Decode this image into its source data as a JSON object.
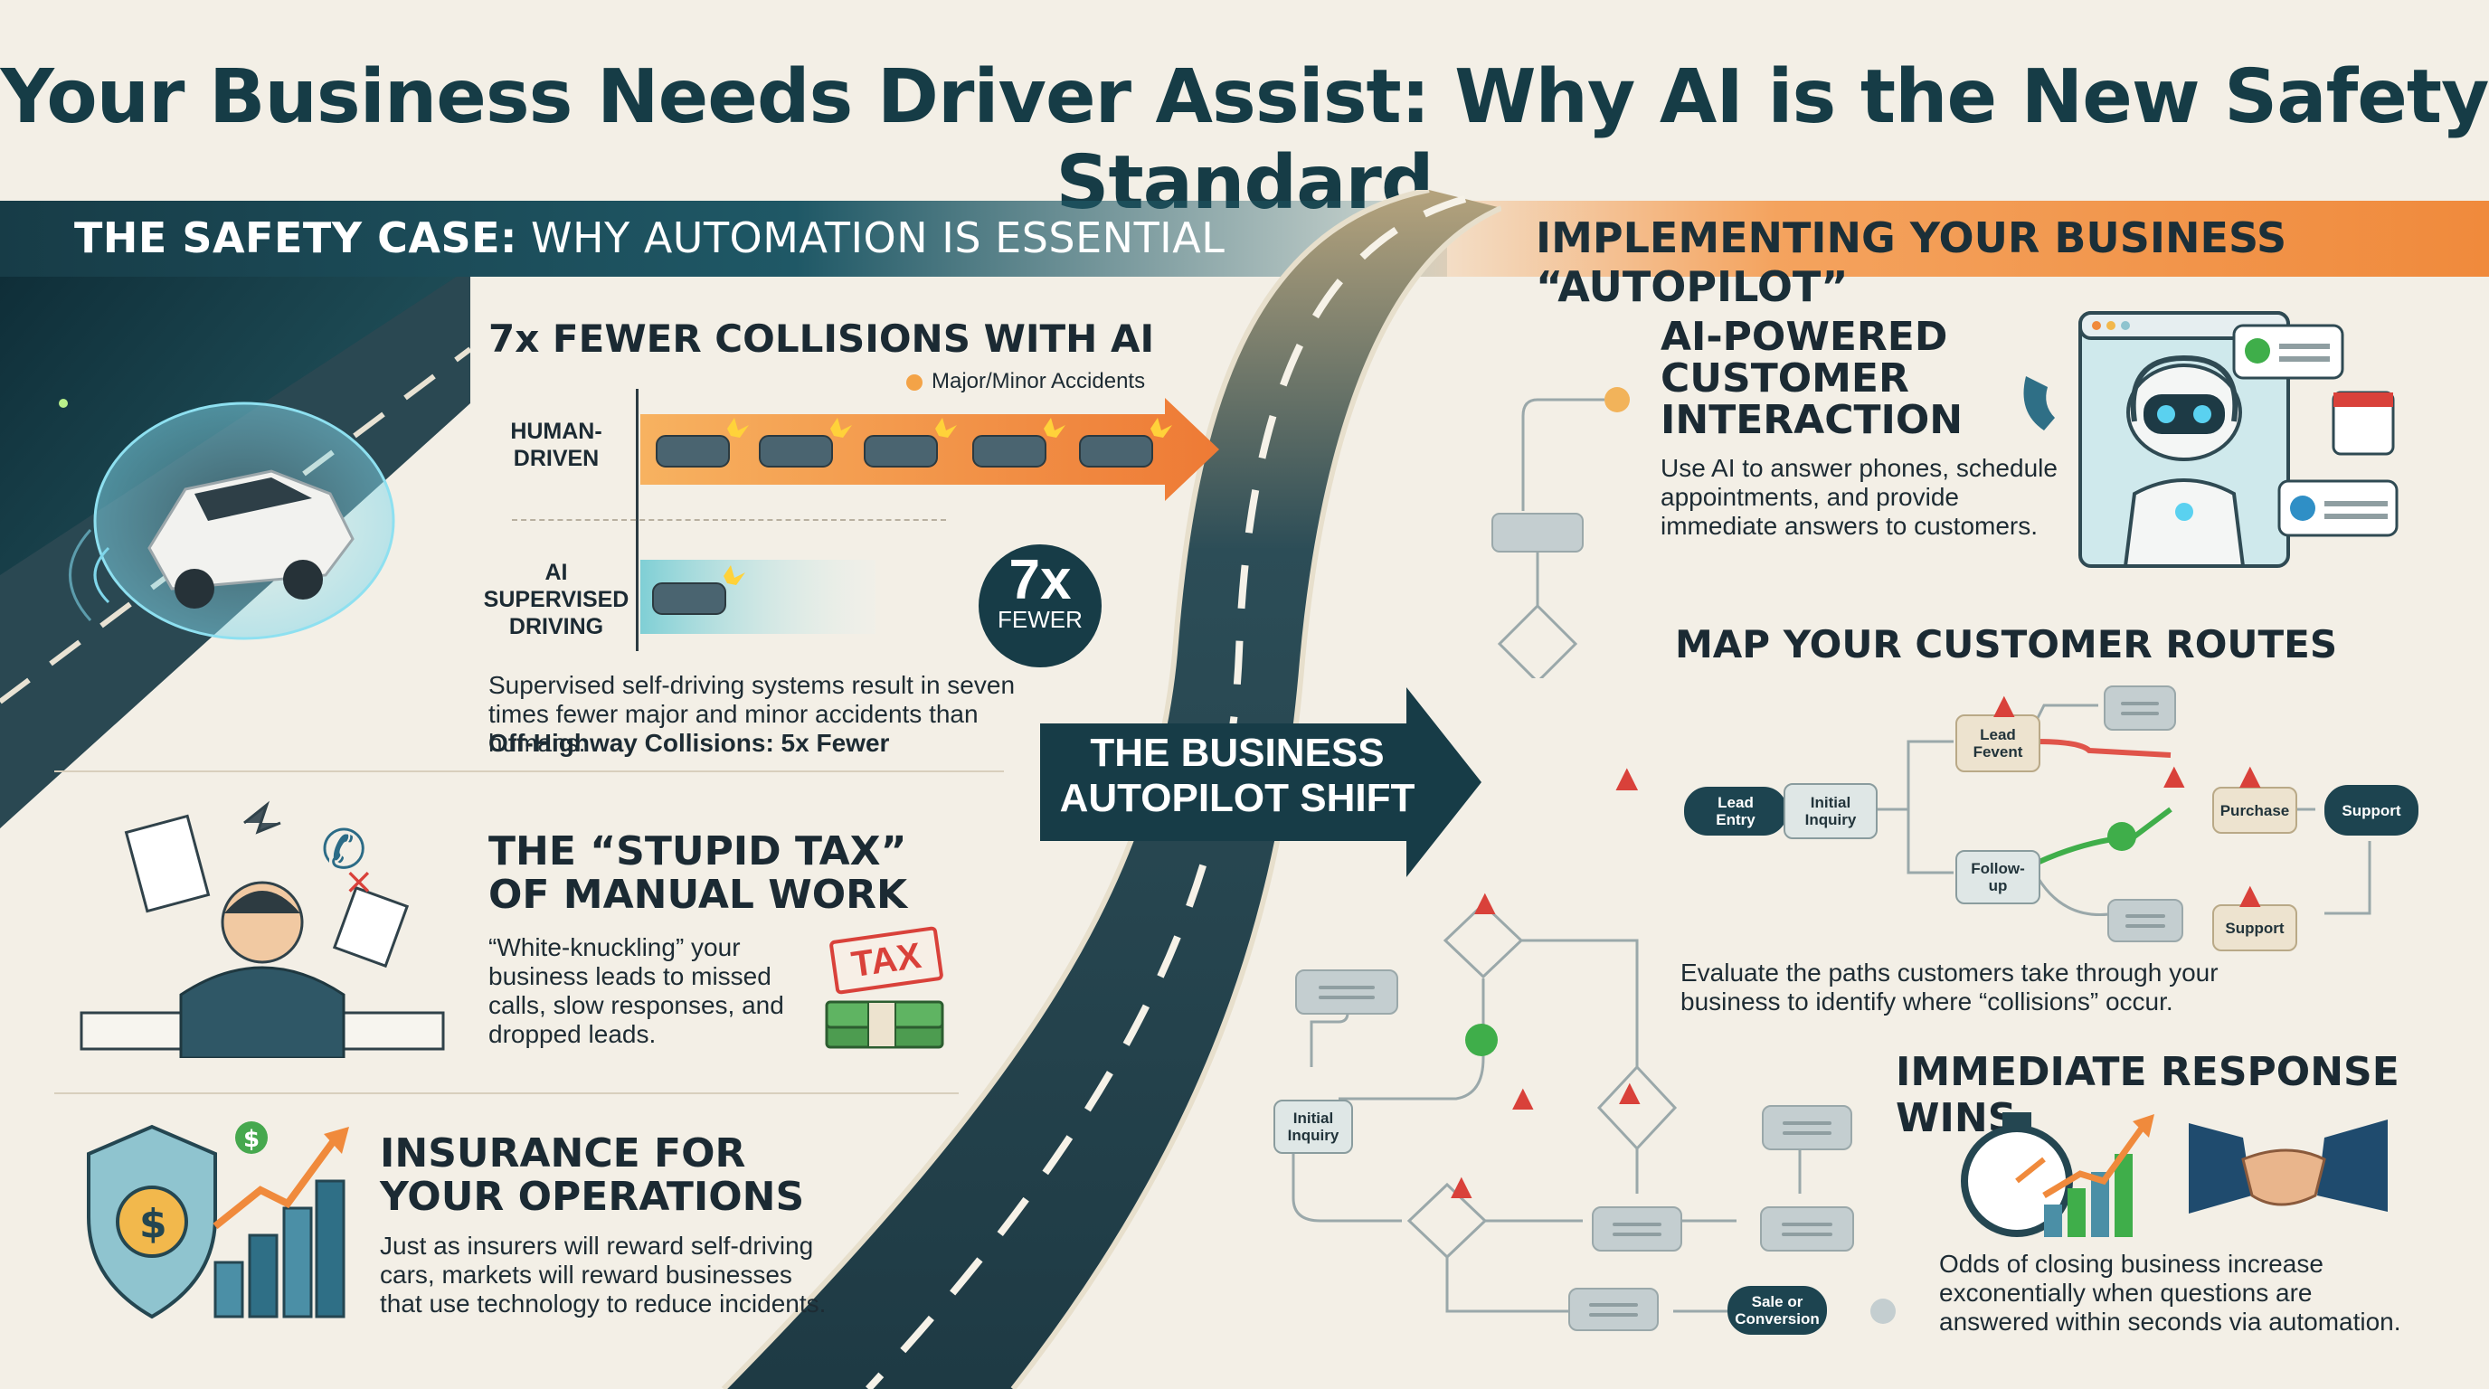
{
  "title": "Your Business Needs Driver Assist: Why AI is the New Safety Standard",
  "left_band": {
    "bold": "THE SAFETY CASE:",
    "rest": " WHY AUTOMATION IS ESSENTIAL"
  },
  "right_band": "IMPLEMENTING YOUR BUSINESS “AUTOPILOT”",
  "collisions": {
    "title": "7x FEWER COLLISIONS WITH AI",
    "legend": "Major/Minor Accidents",
    "human_label": "HUMAN-\nDRIVEN",
    "ai_label": "AI\nSUPERVISED\nDRIVING",
    "badge_big": "7x",
    "badge_small": "FEWER",
    "description": "Supervised self-driving systems result in seven times fewer major and minor accidents than humans.",
    "note": "Off-Highway Collisions: 5x Fewer"
  },
  "stupid_tax": {
    "title": "THE “STUPID TAX”\nOF MANUAL WORK",
    "description": "“White-knuckling” your business leads to missed calls, slow responses, and dropped leads.",
    "tag": "TAX"
  },
  "insurance": {
    "title": "INSURANCE FOR\nYOUR OPERATIONS",
    "description": "Just as insurers will reward self-driving cars, markets will reward businesses that use technology to reduce incidents."
  },
  "shift_arrow": "THE BUSINESS\nAUTOPILOT SHIFT",
  "ai_customer": {
    "title": "AI-POWERED\nCUSTOMER\nINTERACTION",
    "description": "Use AI to answer phones, schedule appointments, and provide immediate answers to customers."
  },
  "routes": {
    "title": "MAP YOUR CUSTOMER ROUTES",
    "nodes": {
      "lead_entry": "Lead\nEntry",
      "initial_inquiry": "Initial\nInquiry",
      "lead_fevent": "Lead\nFevent",
      "follow_up": "Follow-\nup",
      "purchase": "Purchase",
      "support": "Support",
      "support2": "Support"
    },
    "description": "Evaluate the paths customers take through your business to identify where “collisions” occur."
  },
  "flow": {
    "initial_inquiry": "Initial\nInquiry",
    "sale": "Sale or\nConversion"
  },
  "immediate": {
    "title": "IMMEDIATE RESPONSE WINS",
    "description": "Odds of closing business increase exconentially when questions are answered within seconds via automation."
  },
  "colors": {
    "navy": "#173c47",
    "orange": "#f08a3c",
    "alert": "#d9413a",
    "success": "#3fae4a"
  }
}
